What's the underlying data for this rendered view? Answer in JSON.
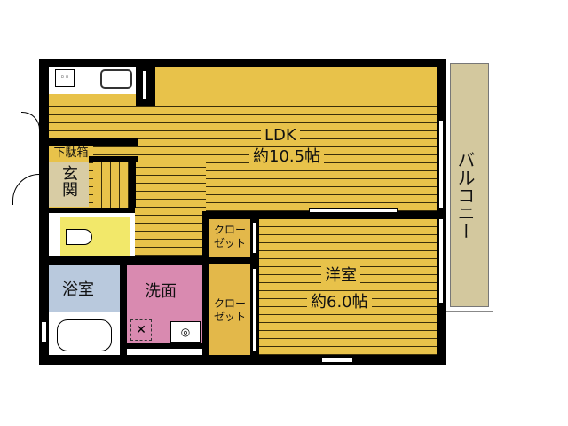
{
  "floorplan": {
    "rooms": {
      "ldk": {
        "name": "LDK",
        "size": "約10.5帖"
      },
      "western_room": {
        "name": "洋室",
        "size": "約6.0帖"
      },
      "balcony": {
        "name": "バルコニー"
      },
      "entrance": {
        "name": "玄関"
      },
      "shoe_box": {
        "name": "下駄箱"
      },
      "bathroom": {
        "name": "浴室"
      },
      "washroom": {
        "name": "洗面"
      },
      "closet1": {
        "name_line1": "クロー",
        "name_line2": "ゼット"
      },
      "closet2": {
        "name_line1": "クロー",
        "name_line2": "ゼット"
      }
    },
    "colors": {
      "floor": "#e8c24a",
      "toilet": "#f2e86a",
      "bathroom": "#b9c9dd",
      "washroom": "#d98ab0",
      "entrance": "#d8cca4",
      "balcony": "#d3c89e",
      "closet": "#e3b84a",
      "wall": "#000000"
    }
  }
}
